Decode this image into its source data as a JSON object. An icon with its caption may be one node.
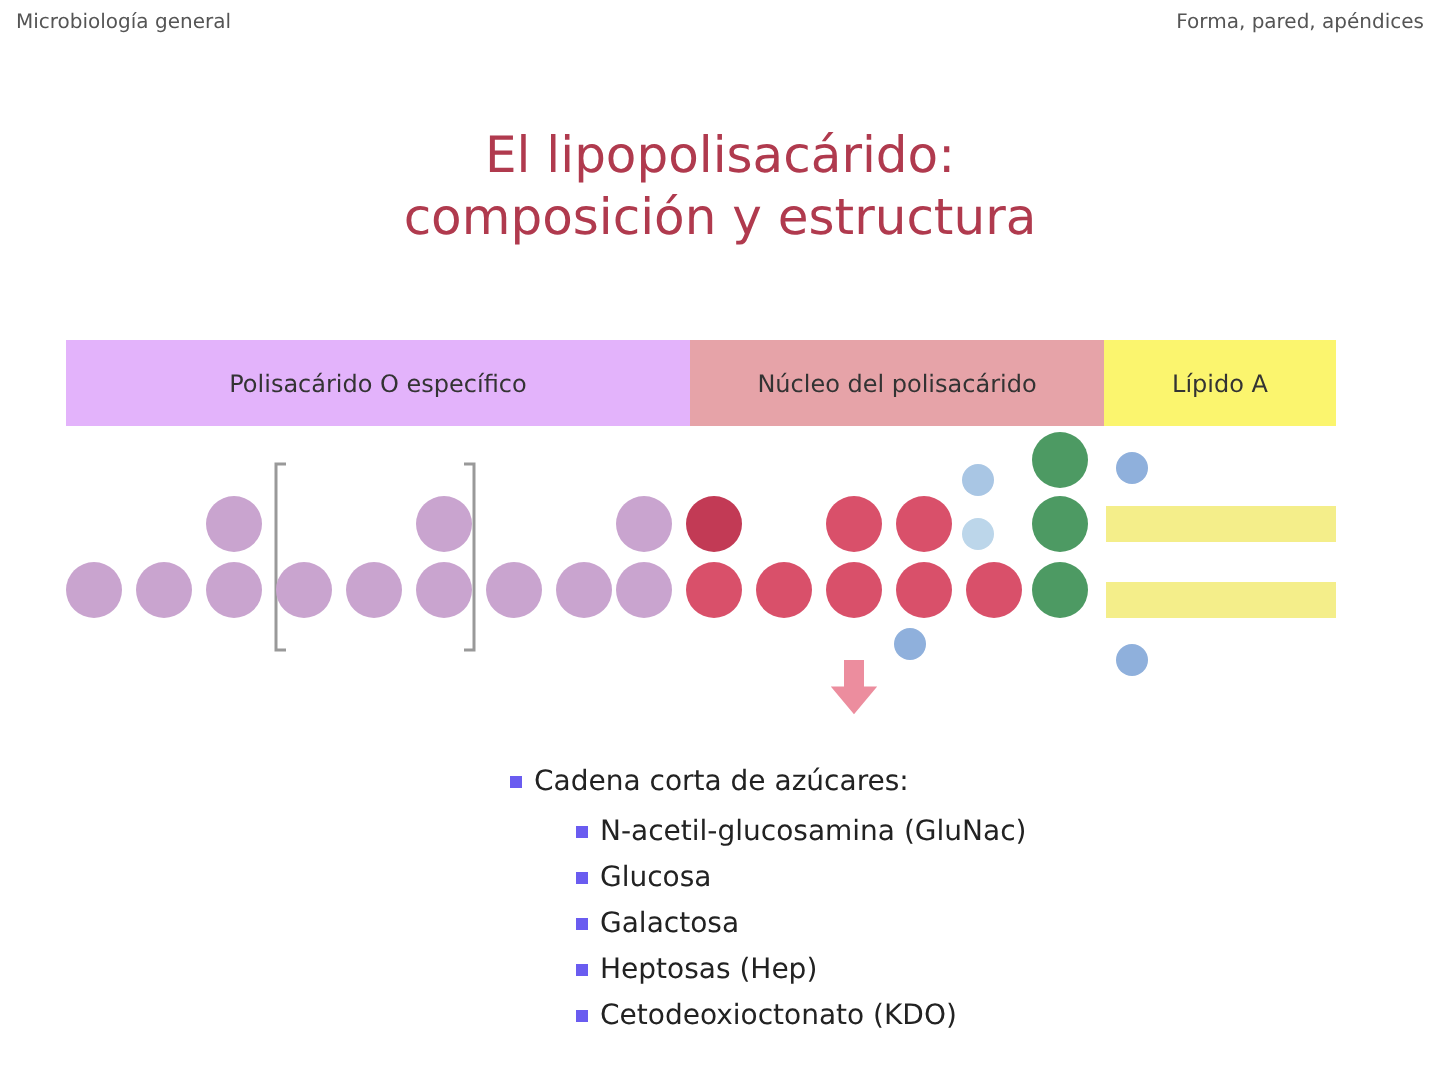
{
  "diagram": {
    "title": "El lipopolisacárido: composición y estructura",
    "nodes": [
      {
        "text": [
          "Polisacárido O específico"
        ]
      },
      {
        "text": [
          "Núcleo del polisacárido"
        ]
      },
      {
        "text": [
          "Lípido A"
        ]
      }
    ],
    "labels": [
      "Microbiología general",
      "Forma, pared, apéndices",
      "Cadena corta de azúcares:",
      "N-acetil-glucosamina (GluNac)",
      "Glucosa",
      "Galactosa",
      "Heptosas (Hep)",
      "Cetodeoxioctonato (KDO)"
    ]
  }
}
